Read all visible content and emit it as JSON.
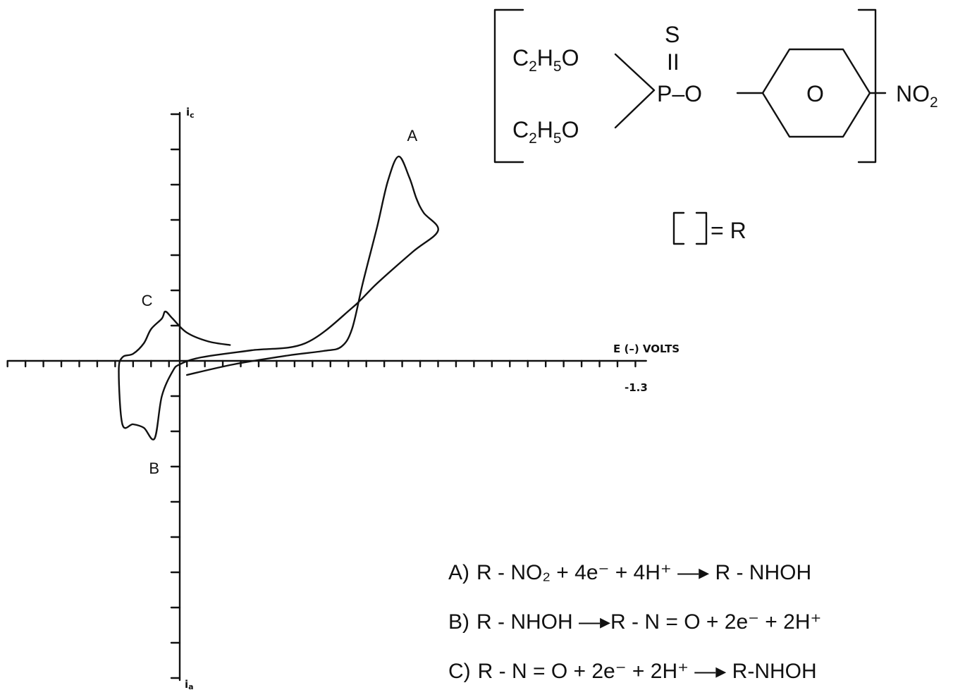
{
  "chart_data": {
    "type": "line",
    "title": "",
    "xlabel": "E (–) VOLTS",
    "ylabel_top": "i",
    "ylabel_top_sub": "c",
    "ylabel_bottom": "i",
    "ylabel_bottom_sub": "a",
    "x_end_label": "-1.3",
    "x_ticks_major_step": 0.1,
    "xlim": [
      0.48,
      -1.3
    ],
    "grid": false,
    "peaks": [
      {
        "label": "A",
        "E": -0.61,
        "i": 5.8
      },
      {
        "label": "B",
        "E": 0.07,
        "i": -2.2
      },
      {
        "label": "C",
        "E": 0.04,
        "i": 1.4
      }
    ],
    "series": [
      {
        "x": [
          -0.02,
          -0.15,
          -0.3,
          -0.4,
          -0.45,
          -0.48,
          -0.51,
          -0.55,
          -0.58,
          -0.61,
          -0.64,
          -0.66,
          -0.68,
          -0.72,
          -0.65,
          -0.55,
          -0.48,
          -0.35,
          -0.2,
          -0.06,
          0.0,
          0.02,
          0.05,
          0.07,
          0.1,
          0.13,
          0.16,
          0.17,
          0.16,
          0.13,
          0.1,
          0.08,
          0.05,
          0.04,
          0.02,
          -0.02,
          -0.08,
          -0.14
        ],
        "y": [
          -0.4,
          -0.1,
          0.15,
          0.28,
          0.4,
          0.9,
          2.2,
          3.8,
          5.1,
          5.8,
          5.2,
          4.6,
          4.2,
          3.7,
          3.1,
          2.2,
          1.5,
          0.5,
          0.3,
          0.1,
          -0.1,
          -0.3,
          -1.0,
          -2.2,
          -1.9,
          -1.8,
          -1.8,
          -0.3,
          0.1,
          0.2,
          0.5,
          0.9,
          1.2,
          1.4,
          1.2,
          0.8,
          0.55,
          0.45
        ]
      }
    ]
  },
  "structure": {
    "group1": "C",
    "group1_sub2": "2",
    "group1_h": "H",
    "group1_sub5": "5",
    "group1_o": "O",
    "sulfur": "S",
    "double_bond": "II",
    "phosphorus_chain": "P–O",
    "ring_label": "O",
    "nitro": "NO",
    "nitro_sub": "2",
    "bracket_def": "= R"
  },
  "reactions": [
    {
      "label": "A)",
      "text": "R - NO₂ + 4e⁻ + 4H⁺ —▸ R - NHOH"
    },
    {
      "label": "B)",
      "text": "R - NHOH —▸R - N = O + 2e⁻ + 2H⁺"
    },
    {
      "label": "C)",
      "text": "R - N = O + 2e⁻ + 2H⁺ —▸ R-NHOH"
    }
  ]
}
